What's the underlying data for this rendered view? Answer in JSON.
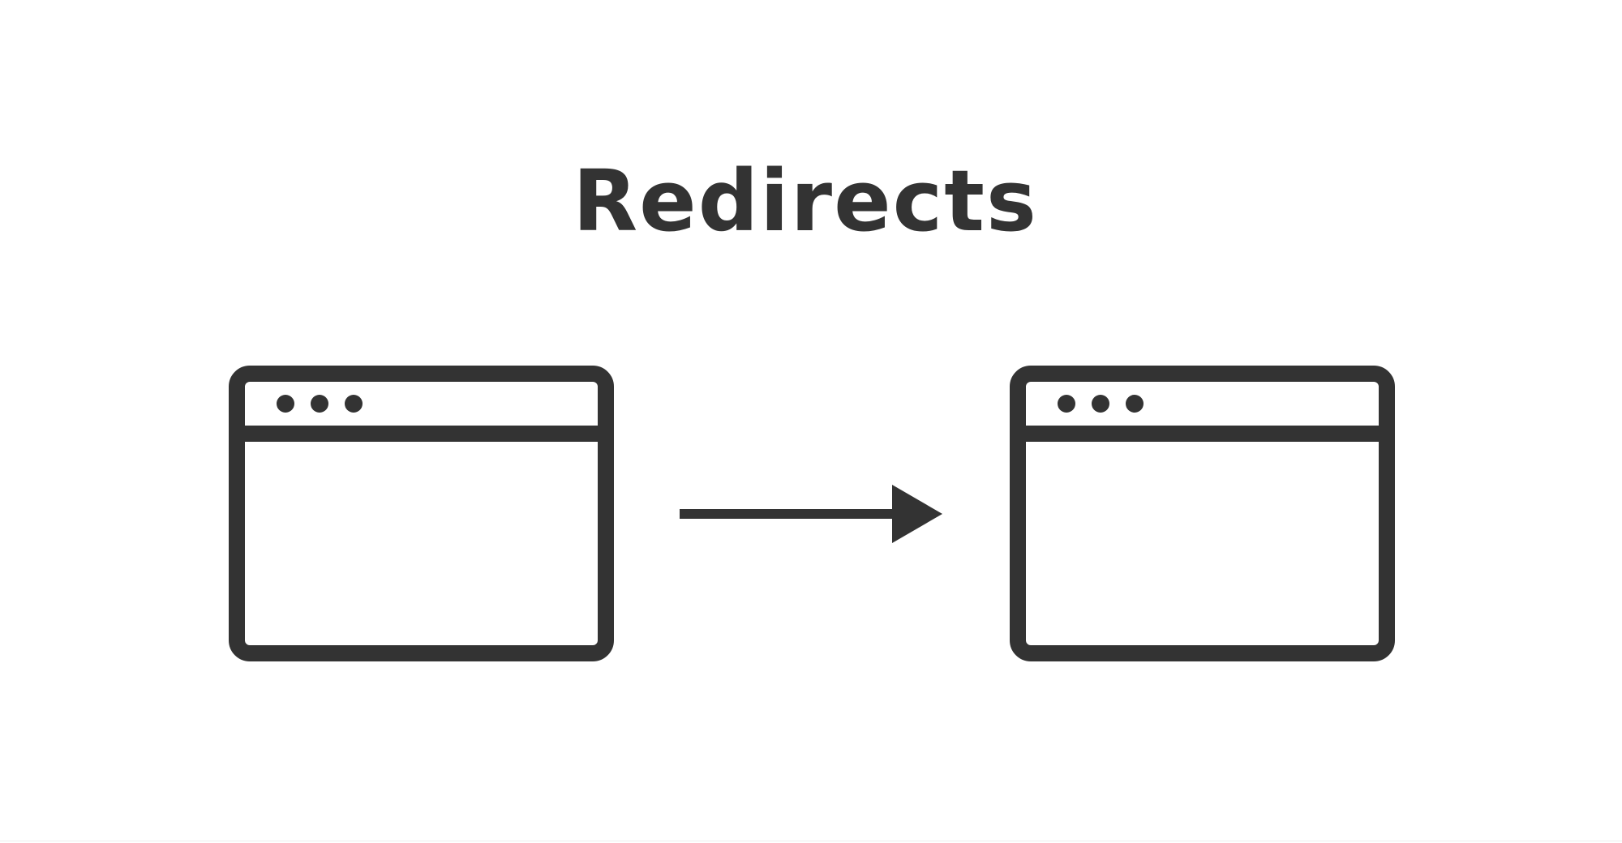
{
  "title": "Redirects",
  "colors": {
    "stroke": "#333333",
    "background": "#ffffff"
  },
  "nodes": [
    {
      "name": "source-browser-window-icon",
      "dots": 3
    },
    {
      "name": "target-browser-window-icon",
      "dots": 3
    }
  ],
  "edges": [
    {
      "from": "source-browser-window-icon",
      "to": "target-browser-window-icon",
      "icon": "right-arrow-icon"
    }
  ]
}
